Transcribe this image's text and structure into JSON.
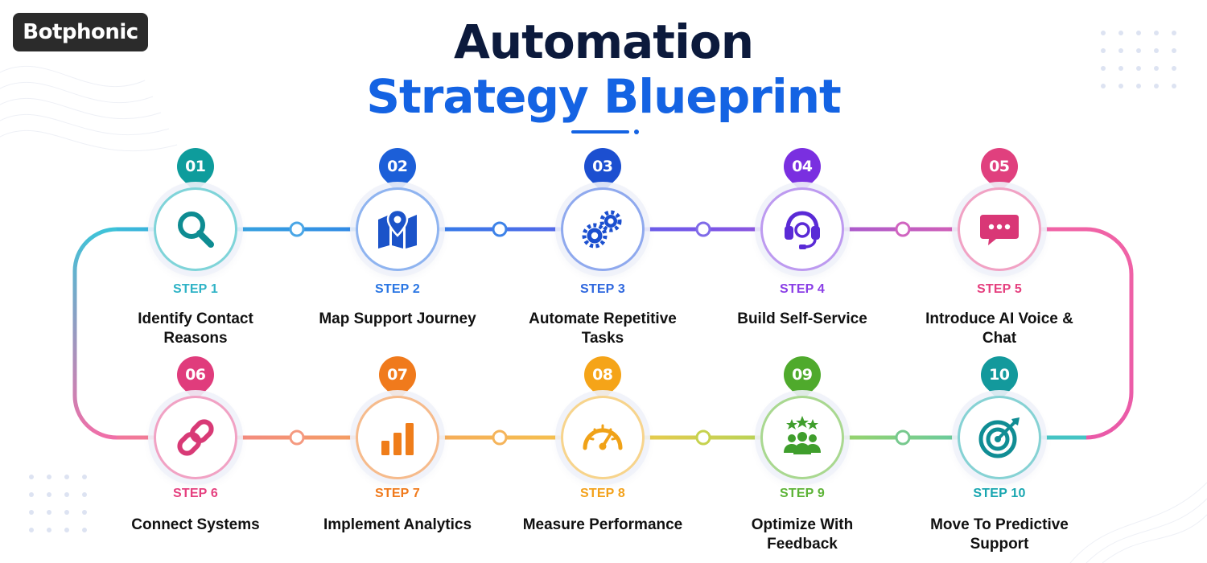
{
  "brand": {
    "logo_text": "Botphonic"
  },
  "header": {
    "title_line1": "Automation",
    "title_line2": "Strategy Blueprint"
  },
  "steps": [
    {
      "number": "01",
      "step_label": "STEP 1",
      "name": "Identify Contact Reasons",
      "icon": "magnifier-icon",
      "color": "#0e9c9c"
    },
    {
      "number": "02",
      "step_label": "STEP 2",
      "name": "Map Support Journey",
      "icon": "map-pin-icon",
      "color": "#1c5fd8"
    },
    {
      "number": "03",
      "step_label": "STEP 3",
      "name": "Automate Repetitive Tasks",
      "icon": "gears-icon",
      "color": "#1c4fd0"
    },
    {
      "number": "04",
      "step_label": "STEP 4",
      "name": "Build Self-Service",
      "icon": "headset-icon",
      "color": "#7a2fe0"
    },
    {
      "number": "05",
      "step_label": "STEP 5",
      "name": "Introduce AI Voice & Chat",
      "icon": "chat-bubble-icon",
      "color": "#e0407e"
    },
    {
      "number": "06",
      "step_label": "STEP 6",
      "name": "Connect Systems",
      "icon": "link-icon",
      "color": "#e03c7c"
    },
    {
      "number": "07",
      "step_label": "STEP 7",
      "name": "Implement Analytics",
      "icon": "bar-chart-icon",
      "color": "#f07a1c"
    },
    {
      "number": "08",
      "step_label": "STEP 8",
      "name": "Measure Performance",
      "icon": "speedometer-icon",
      "color": "#f5a418"
    },
    {
      "number": "09",
      "step_label": "STEP 9",
      "name": "Optimize With Feedback",
      "icon": "team-stars-icon",
      "color": "#4faa2c"
    },
    {
      "number": "10",
      "step_label": "STEP 10",
      "name": "Move To Predictive Support",
      "icon": "target-icon",
      "color": "#13999c"
    }
  ]
}
